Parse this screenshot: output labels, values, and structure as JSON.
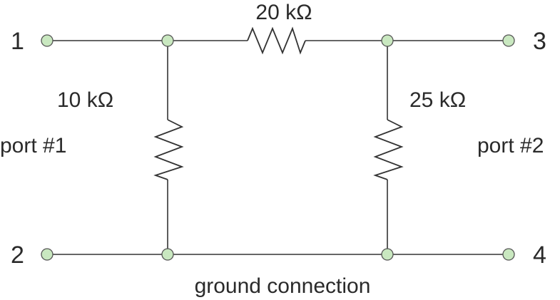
{
  "terminals": {
    "t1": "1",
    "t2": "2",
    "t3": "3",
    "t4": "4"
  },
  "resistors": {
    "series": {
      "value": "20 kΩ"
    },
    "shunt_left": {
      "value": "10 kΩ"
    },
    "shunt_right": {
      "value": "25 kΩ"
    }
  },
  "ports": {
    "port1": "port #1",
    "port2": "port #2"
  },
  "ground_label": "ground connection",
  "colors": {
    "wire": "#333333",
    "node_fill": "#c9e8c0",
    "node_stroke": "#555555",
    "text": "#2a2a2a"
  }
}
